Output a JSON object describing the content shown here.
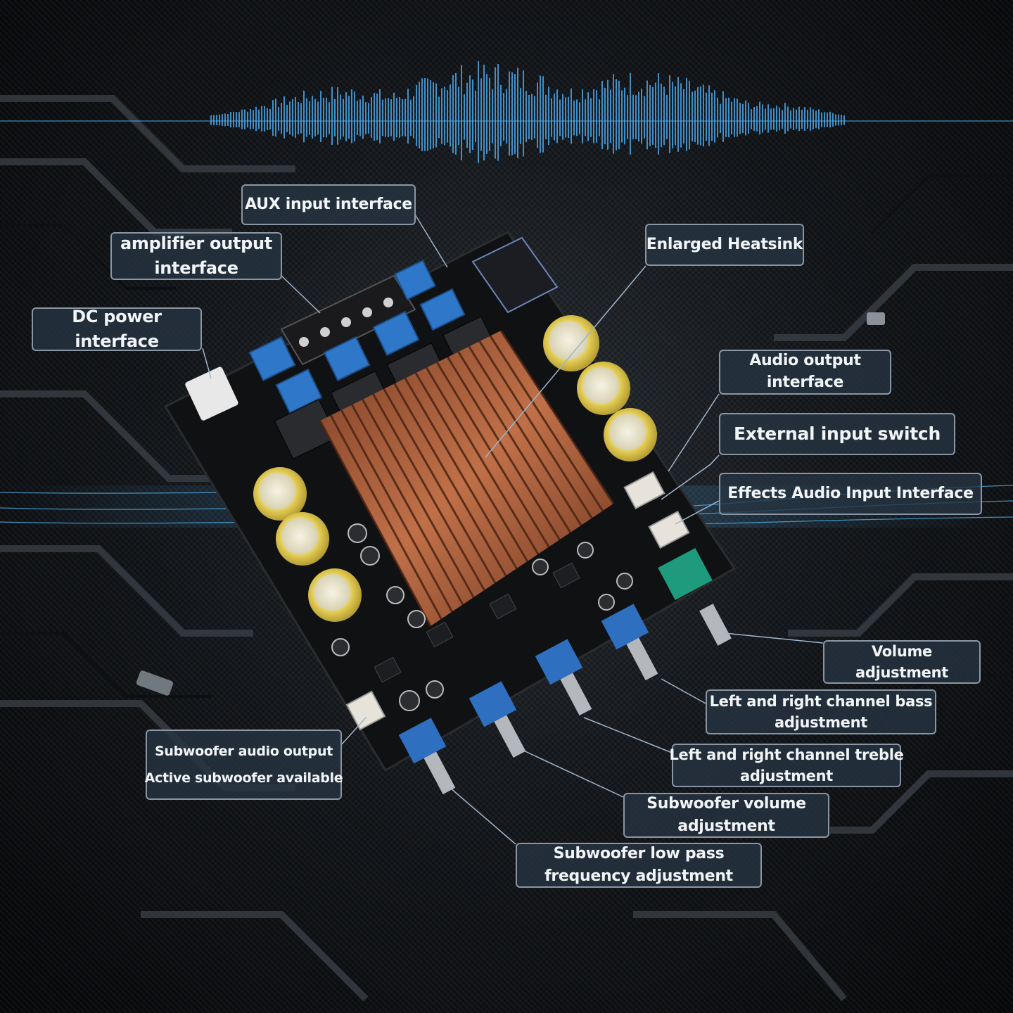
{
  "callouts": {
    "aux_input": [
      "AUX input interface"
    ],
    "amp_output": [
      "amplifier output",
      "interface"
    ],
    "dc_power": [
      "DC power",
      "interface"
    ],
    "heatsink": [
      "Enlarged Heatsink"
    ],
    "audio_output": [
      "Audio output",
      "interface"
    ],
    "external_switch": [
      "External input switch"
    ],
    "effects_input": [
      "Effects Audio Input Interface"
    ],
    "volume": [
      "Volume",
      "adjustment"
    ],
    "bass": [
      "Left and right channel bass",
      "adjustment"
    ],
    "treble": [
      "Left and right channel treble",
      "adjustment"
    ],
    "sub_volume": [
      "Subwoofer volume",
      "adjustment"
    ],
    "sub_lowpass": [
      "Subwoofer low pass",
      "frequency adjustment"
    ],
    "sub_output": [
      "Subwoofer audio output",
      "Active subwoofer available"
    ]
  },
  "colors": {
    "callout_border": "#8a96a3",
    "callout_bg": "#263442",
    "waveform": "#4fb6ff",
    "pcb": "#111214",
    "heatsink": "#b5653a",
    "capacitor": "#e9d36a",
    "potentiometer": "#2f6fc0"
  }
}
